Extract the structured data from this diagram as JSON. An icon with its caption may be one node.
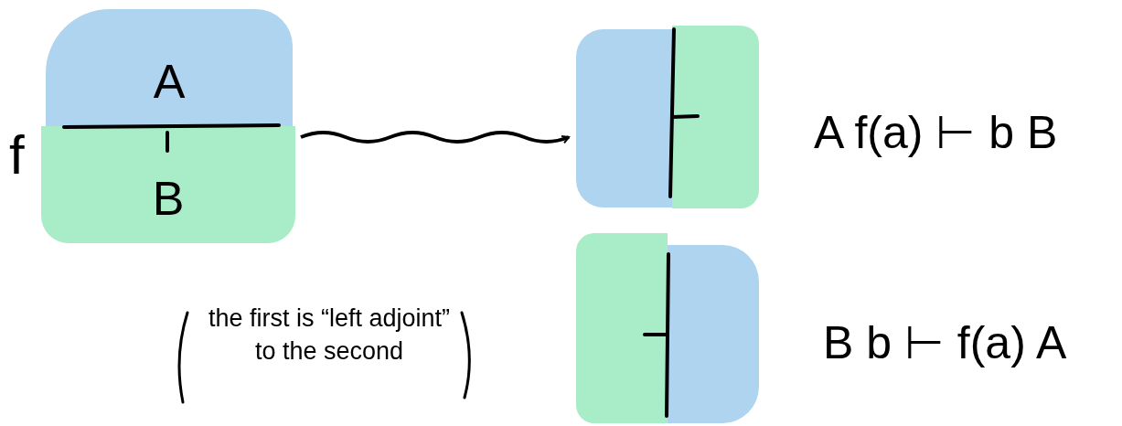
{
  "diagram": {
    "nodes": [
      {
        "text": [
          "A"
        ]
      },
      {
        "text": [
          "B"
        ]
      },
      {
        "text": [],
        "shape": "box"
      },
      {
        "text": [],
        "shape": "box"
      },
      {
        "text": [],
        "shape": "box"
      },
      {
        "text": [],
        "shape": "box"
      }
    ],
    "edges": [
      {
        "from": 1,
        "to": 2,
        "arrow": "to"
      }
    ],
    "labels": [
      "f",
      "A f(a) ⊢ b B",
      "B b ⊢ f(a) A",
      "the first is “left adjoint” to the second"
    ]
  }
}
